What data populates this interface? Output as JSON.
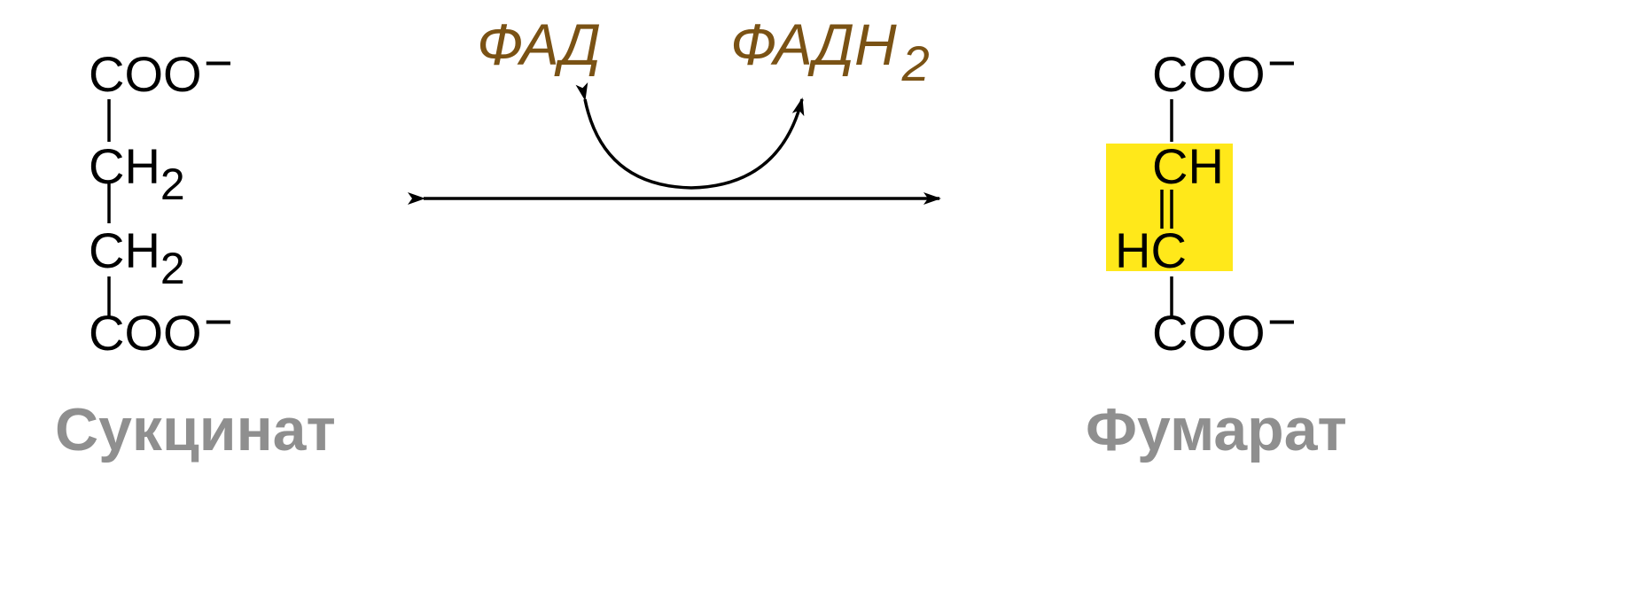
{
  "succinate": {
    "top": {
      "group": "COO",
      "charge": "−"
    },
    "ch2_1": {
      "main": "CH",
      "sub": "2"
    },
    "ch2_2": {
      "main": "CH",
      "sub": "2"
    },
    "bottom": {
      "group": "COO",
      "charge": "−"
    },
    "name": "Сукцинат"
  },
  "fumarate": {
    "top": {
      "group": "COO",
      "charge": "−"
    },
    "ch_upper": "CH",
    "ch_lower": "HC",
    "bottom": {
      "group": "COO",
      "charge": "−"
    },
    "name": "Фумарат",
    "highlight_color": "#ffe81a"
  },
  "cofactors": {
    "fad": "ФАД",
    "fadh2": {
      "main": "ФАДН",
      "sub": "2"
    }
  },
  "colors": {
    "cofactor_text": "#7a5214",
    "name_text": "#8f8f8f"
  }
}
